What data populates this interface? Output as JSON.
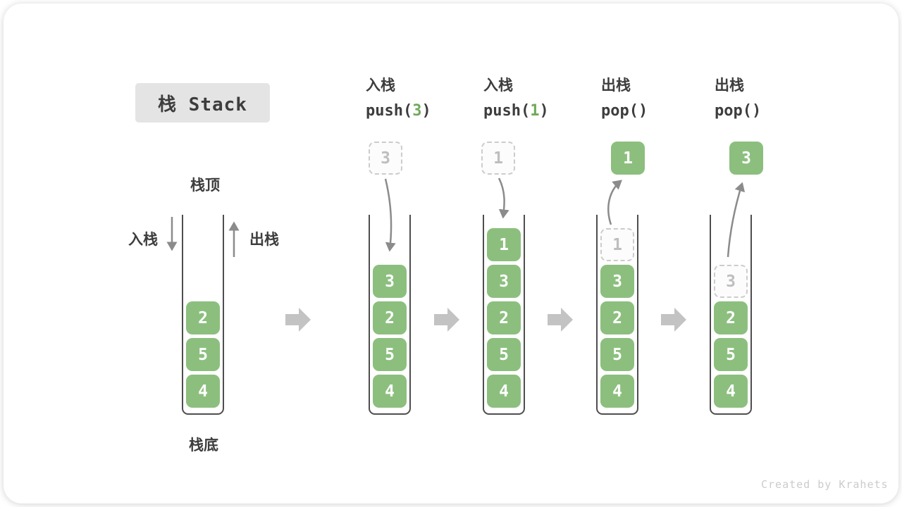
{
  "title": "栈 Stack",
  "labels": {
    "stack_top": "栈顶",
    "stack_bottom": "栈底",
    "push_side": "入栈",
    "pop_side": "出栈"
  },
  "operations": [
    {
      "name": "入栈",
      "code_pre": "push(",
      "code_arg": "3",
      "code_post": ")"
    },
    {
      "name": "入栈",
      "code_pre": "push(",
      "code_arg": "1",
      "code_post": ")"
    },
    {
      "name": "出栈",
      "code_pre": "pop(",
      "code_arg": "",
      "code_post": ")"
    },
    {
      "name": "出栈",
      "code_pre": "pop(",
      "code_arg": "",
      "code_post": ")"
    }
  ],
  "columns": [
    {
      "cells": [
        {
          "value": "2",
          "style": "solid"
        },
        {
          "value": "5",
          "style": "solid"
        },
        {
          "value": "4",
          "style": "solid"
        }
      ]
    },
    {
      "floating": {
        "value": "3",
        "style": "dashed"
      },
      "cells": [
        {
          "value": "3",
          "style": "solid"
        },
        {
          "value": "2",
          "style": "solid"
        },
        {
          "value": "5",
          "style": "solid"
        },
        {
          "value": "4",
          "style": "solid"
        }
      ]
    },
    {
      "floating": {
        "value": "1",
        "style": "dashed"
      },
      "cells": [
        {
          "value": "1",
          "style": "solid"
        },
        {
          "value": "3",
          "style": "solid"
        },
        {
          "value": "2",
          "style": "solid"
        },
        {
          "value": "5",
          "style": "solid"
        },
        {
          "value": "4",
          "style": "solid"
        }
      ]
    },
    {
      "floating": {
        "value": "1",
        "style": "solid"
      },
      "cells": [
        {
          "value": "1",
          "style": "dashed"
        },
        {
          "value": "3",
          "style": "solid"
        },
        {
          "value": "2",
          "style": "solid"
        },
        {
          "value": "5",
          "style": "solid"
        },
        {
          "value": "4",
          "style": "solid"
        }
      ]
    },
    {
      "floating": {
        "value": "3",
        "style": "solid"
      },
      "cells": [
        {
          "value": "3",
          "style": "dashed"
        },
        {
          "value": "2",
          "style": "solid"
        },
        {
          "value": "5",
          "style": "solid"
        },
        {
          "value": "4",
          "style": "solid"
        }
      ]
    }
  ],
  "footer": "Created by Krahets",
  "colors": {
    "box_green": "#8CBF7E",
    "code_arg_green": "#70A95A",
    "dashed_border": "#CCCCCC",
    "curve_arrow_gray": "#8B8B8B",
    "block_arrow_gray": "#C3C3C3",
    "title_bg": "#E4E4E4",
    "text_dark": "#3D3D3D",
    "container_wall": "#4E4E4E"
  }
}
